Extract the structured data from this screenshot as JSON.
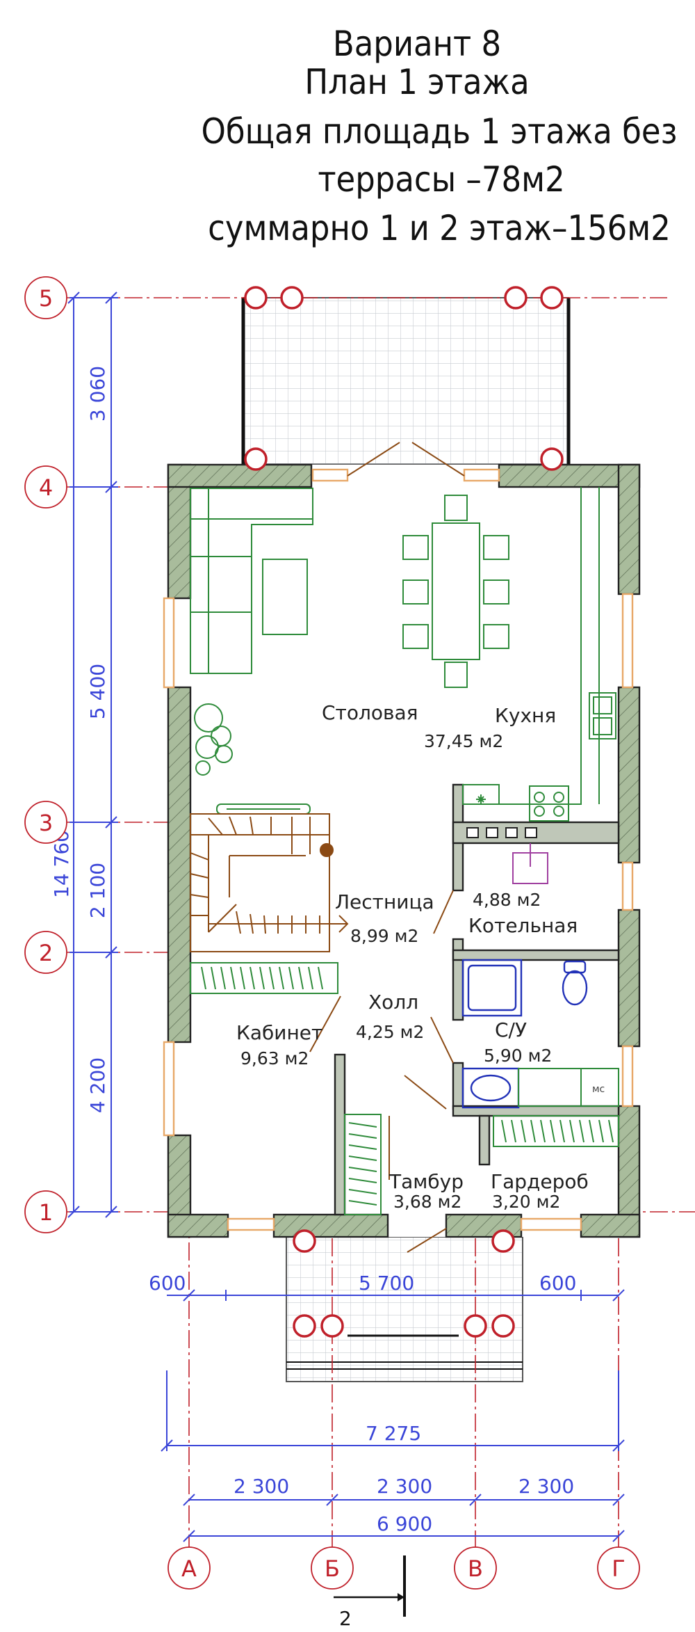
{
  "title": {
    "line1": "Вариант 8",
    "line2": "План 1 этажа",
    "line3": "Общая площадь 1 этажа без",
    "line4": "террасы  –78м2",
    "line5": "суммарно 1 и 2 этаж–156м2"
  },
  "axes": {
    "rows": [
      "5",
      "4",
      "3",
      "2",
      "1"
    ],
    "cols": [
      "А",
      "Б",
      "В",
      "Г"
    ]
  },
  "dimensions": {
    "vertical": {
      "d_5_4": "3 060",
      "d_4_3": "5 400",
      "d_3_2": "2 100",
      "d_2_1": "4 200",
      "total": "14 760"
    },
    "horizontal": {
      "left_offset": "600",
      "porch": "5 700",
      "right_offset": "600",
      "overall": "7 275",
      "bay1": "2 300",
      "bay2": "2 300",
      "bay3": "2 300",
      "axes_total": "6 900"
    }
  },
  "rooms": {
    "dining": {
      "name": "Столовая",
      "area": "37,45 м2"
    },
    "kitchen": {
      "name": "Кухня"
    },
    "stairs": {
      "name": "Лестница",
      "area": "8,99 м2"
    },
    "boiler": {
      "name": "Котельная",
      "area": "4,88 м2"
    },
    "hall": {
      "name": "Холл",
      "area": "4,25 м2"
    },
    "office": {
      "name": "Кабинет",
      "area": "9,63 м2"
    },
    "bathroom": {
      "name": "С/У",
      "area": "5,90 м2"
    },
    "vestibule": {
      "name": "Тамбур",
      "area": "3,68 м2"
    },
    "wardrobe": {
      "name": "Гардероб",
      "area": "3,20 м2"
    }
  },
  "fixtures": {
    "washer_label": "мс"
  },
  "section_mark": "2",
  "colors": {
    "wall_fill": "#a9bc9c",
    "wall_stroke": "#222222",
    "axis": "#c0202a",
    "dimension": "#3a45d8",
    "furniture": "#2e8b3a",
    "stairs": "#8b4a14",
    "door": "#8b4a14",
    "window": "#e8a868",
    "terrace_grid": "#c8ccd2"
  }
}
